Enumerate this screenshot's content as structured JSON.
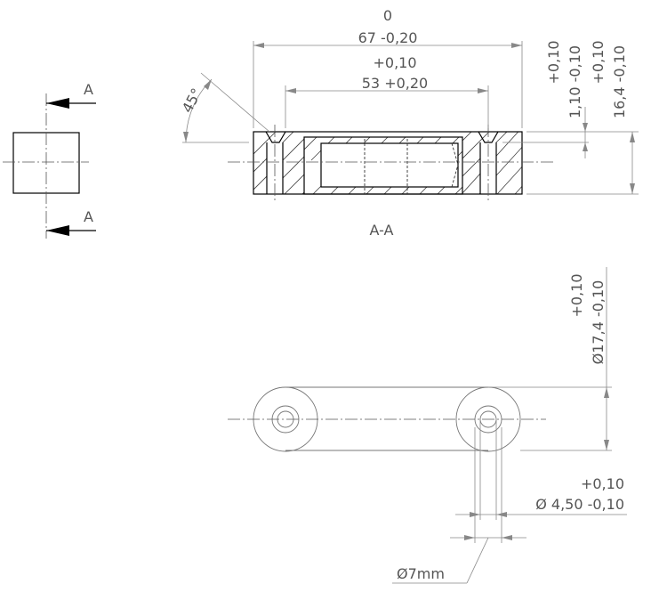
{
  "section_view": {
    "arrow_label_top": "A",
    "arrow_label_bottom": "A",
    "view_label": "A-A"
  },
  "dimensions": {
    "angle": "45°",
    "overall_length": {
      "upper": "0",
      "nominal": "67 -0,20"
    },
    "hole_spacing": {
      "upper": "+0,10",
      "nominal": "53 +0,20"
    },
    "counterbore_depth": {
      "upper": "+0,10",
      "nominal": "1,10 -0,10"
    },
    "height": {
      "upper": "+0,10",
      "nominal": "16,4 -0,10"
    },
    "boss_diameter": {
      "upper": "+0,10",
      "nominal": "Ø17,4 -0,10"
    },
    "hole_diameter": {
      "upper": "+0,10",
      "nominal": "Ø 4,50 -0,10"
    },
    "counterbore_diameter": "Ø7mm"
  }
}
